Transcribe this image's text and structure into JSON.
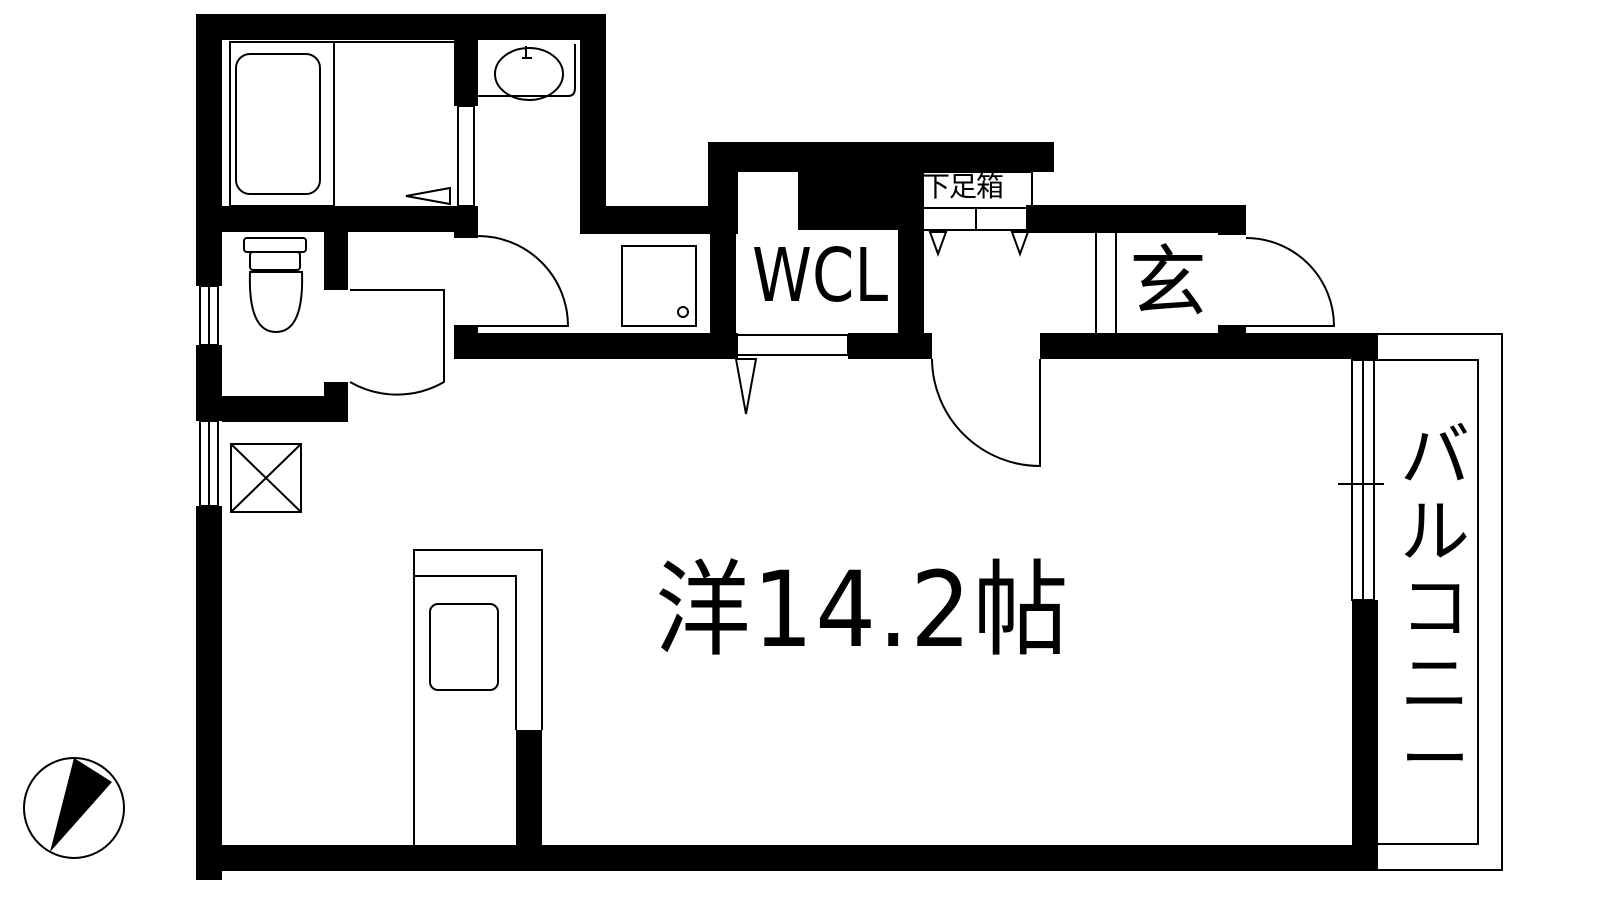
{
  "floor_plan": {
    "rooms": {
      "western_room": "洋14.2帖",
      "walk_in_closet": "WCL",
      "entrance": "玄",
      "shoe_box": "下足箱",
      "balcony": [
        "バ",
        "ル",
        "コ",
        "ニ",
        "ー"
      ]
    },
    "colors": {
      "wall": "#000000",
      "fixture_line": "#000000",
      "background": "#ffffff"
    },
    "icons": [
      "bathtub-icon",
      "washbasin-icon",
      "toilet-icon",
      "washing-machine-pan-icon",
      "refrigerator-space-icon",
      "kitchen-sink-icon",
      "north-compass-icon"
    ]
  }
}
